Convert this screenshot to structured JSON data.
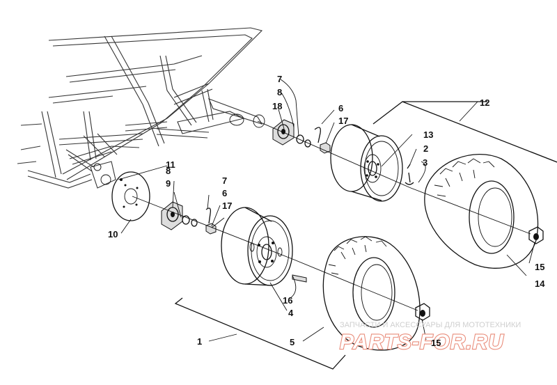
{
  "diagram": {
    "callouts": [
      {
        "id": "c1",
        "label": "1"
      },
      {
        "id": "c2",
        "label": "2"
      },
      {
        "id": "c3",
        "label": "3"
      },
      {
        "id": "c4",
        "label": "4"
      },
      {
        "id": "c5",
        "label": "5"
      },
      {
        "id": "c6a",
        "label": "6"
      },
      {
        "id": "c6b",
        "label": "6"
      },
      {
        "id": "c7a",
        "label": "7"
      },
      {
        "id": "c7b",
        "label": "7"
      },
      {
        "id": "c8a",
        "label": "8"
      },
      {
        "id": "c8b",
        "label": "8"
      },
      {
        "id": "c9",
        "label": "9"
      },
      {
        "id": "c10",
        "label": "10"
      },
      {
        "id": "c11",
        "label": "11"
      },
      {
        "id": "c12",
        "label": "12"
      },
      {
        "id": "c13",
        "label": "13"
      },
      {
        "id": "c14",
        "label": "14"
      },
      {
        "id": "c15a",
        "label": "15"
      },
      {
        "id": "c15b",
        "label": "15"
      },
      {
        "id": "c16",
        "label": "16"
      },
      {
        "id": "c17a",
        "label": "17"
      },
      {
        "id": "c17b",
        "label": "17"
      },
      {
        "id": "c18",
        "label": "18"
      }
    ]
  },
  "watermark": {
    "top_text": "ЗАПЧАСТИ И АКСЕССУАРЫ ДЛЯ МОТОТЕХНИКИ",
    "brand_text": "PARTS-FOR.RU"
  }
}
